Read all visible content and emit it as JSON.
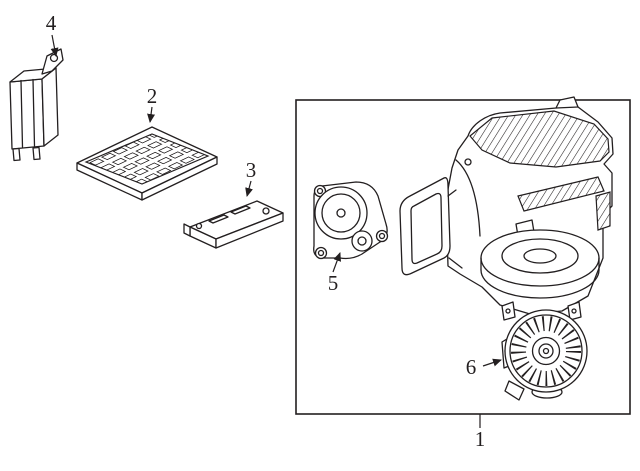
{
  "diagram": {
    "type": "parts-diagram",
    "background": "#ffffff",
    "line_color": "#231f20",
    "callouts": [
      {
        "label": "1"
      },
      {
        "label": "2"
      },
      {
        "label": "3"
      },
      {
        "label": "4"
      },
      {
        "label": "5"
      },
      {
        "label": "6"
      }
    ]
  }
}
